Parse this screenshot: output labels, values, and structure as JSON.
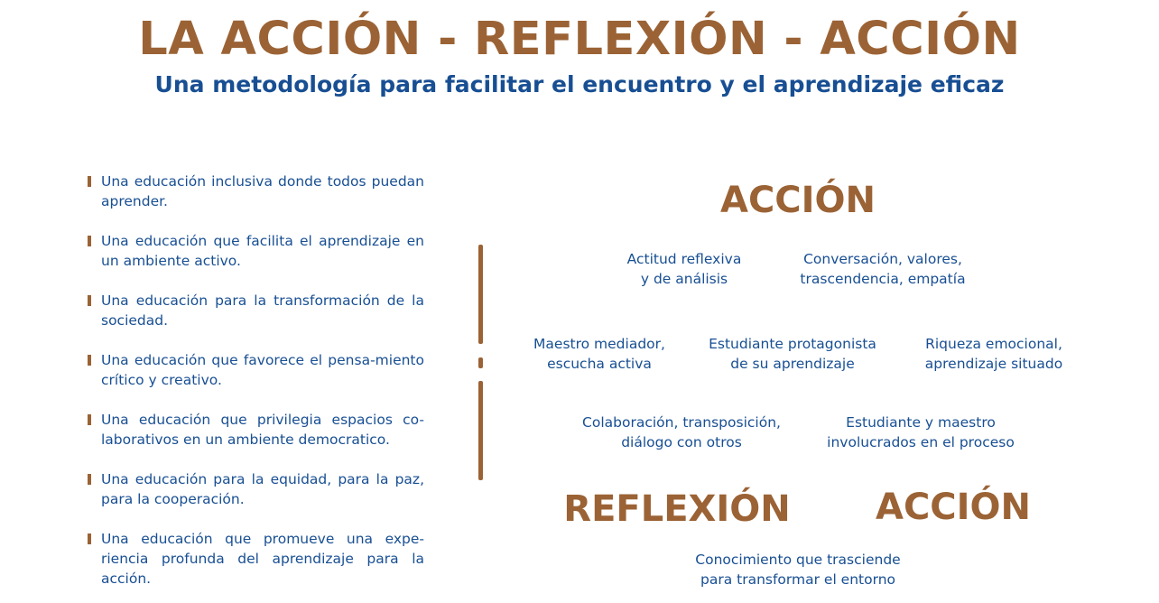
{
  "header": {
    "title": "LA ACCIÓN - REFLEXIÓN - ACCIÓN",
    "subtitle": "Una metodología para facilitar el encuentro y el aprendizaje eficaz"
  },
  "principles": [
    "Una educación inclusiva donde todos puedan aprender.",
    "Una educación que facilita el aprendizaje en un ambiente activo.",
    "Una educación para la transformación de la sociedad.",
    "Una educación que favorece el pensa-miento crítico y creativo.",
    "Una educación que privilegia espacios co-laborativos en un ambiente democratico.",
    "Una educación para la equidad, para la paz, para la cooperación.",
    "Una educación que promueve una expe-riencia profunda del aprendizaje para la acción."
  ],
  "diagram": {
    "accion_top": "ACCIÓN",
    "reflexion": "REFLEXIÓN",
    "accion_bottom": "ACCIÓN",
    "nodes": {
      "actitud": "Actitud reflexiva\ny de análisis",
      "conversacion": "Conversación, valores,\ntrascendencia, empatía",
      "maestro": "Maestro mediador,\nescucha activa",
      "estudiante": "Estudiante protagonista\nde su aprendizaje",
      "riqueza": "Riqueza emocional,\naprendizaje situado",
      "colaboracion": "Colaboración, transposición,\ndiálogo con otros",
      "involucrados": "Estudiante y maestro\ninvolucrados en el proceso",
      "conocimiento": "Conocimiento que trasciende\npara transformar el entorno"
    }
  },
  "colors": {
    "brown": "#9b6335",
    "blue": "#184f93"
  }
}
